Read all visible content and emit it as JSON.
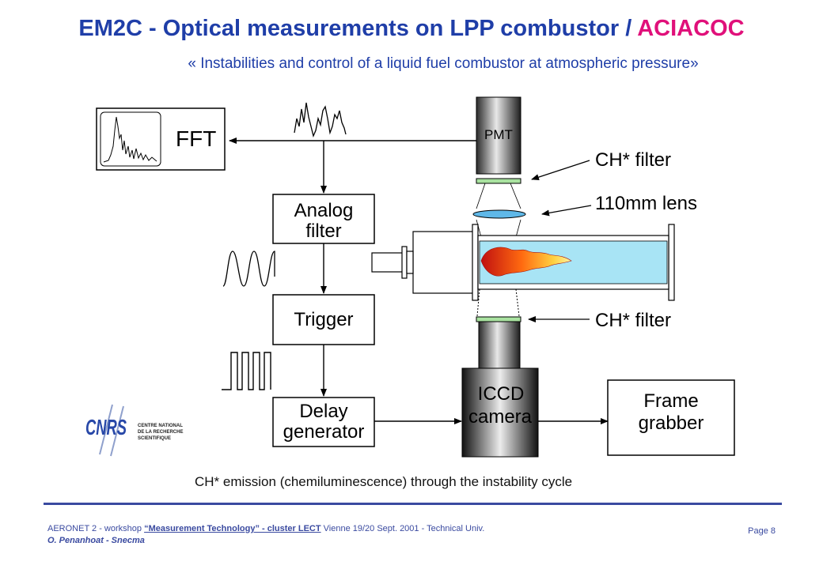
{
  "title": {
    "main": "EM2C - Optical measurements on LPP combustor / ",
    "accent": "ACIACOC"
  },
  "subtitle": "« Instabilities and control of a liquid fuel combustor at atmospheric pressure»",
  "diagram": {
    "fft_label": "FFT",
    "analog_filter": [
      "Analog",
      "filter"
    ],
    "trigger_label": "Trigger",
    "delay_generator": [
      "Delay",
      "generator"
    ],
    "pmt_label": "PMT",
    "ch_filter_top": "CH* filter",
    "lens_label": "110mm lens",
    "ch_filter_bottom": "CH* filter",
    "iccd_camera": [
      "ICCD",
      "camera"
    ],
    "frame_grabber": [
      "Frame",
      "grabber"
    ],
    "logo_text": [
      "CENTRE NATIONAL",
      "DE LA RECHERCHE",
      "SCIENTIFIQUE"
    ],
    "logo_letters": "CNRS"
  },
  "caption": "CH* emission (chemiluminescence) through the instability cycle",
  "footer": {
    "prefix": "AERONET 2  - workshop ",
    "link": "“Measurement Technology”  - cluster  LECT",
    "suffix": "  Vienne 19/20 Sept. 2001 - Technical Univ.",
    "author": "O. Penanhoat - Snecma",
    "page": "Page 8"
  },
  "colors": {
    "title": "#1f3ea8",
    "accent": "#e0107a",
    "combustor_fill": "#a8e4f5",
    "filter_fill": "#a9e2a0",
    "lens_fill": "#5fb8e8"
  }
}
